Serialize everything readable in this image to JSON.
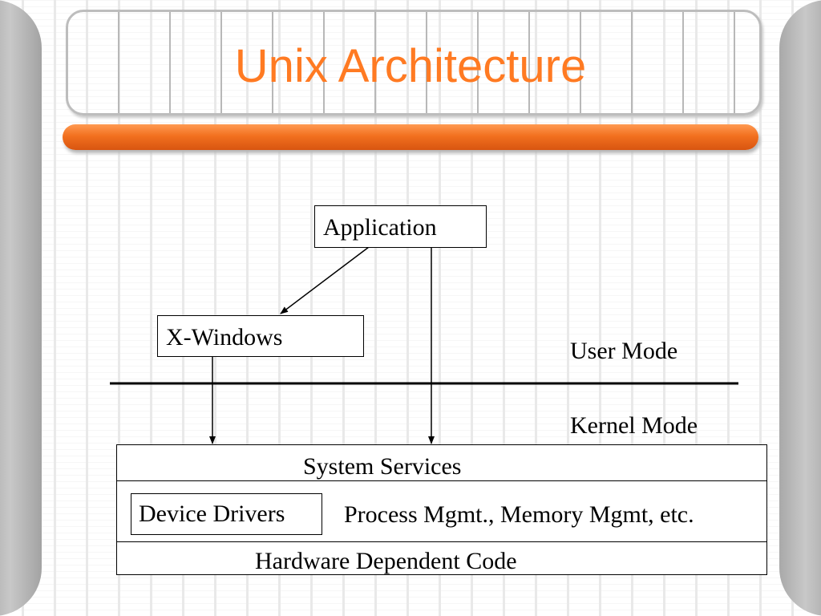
{
  "title": "Unix Architecture",
  "nodes": {
    "application": "Application",
    "x_windows": "X-Windows",
    "system_services": "System Services",
    "device_drivers": "Device Drivers",
    "process_memory": "Process Mgmt., Memory Mgmt, etc.",
    "hardware_code": "Hardware Dependent Code"
  },
  "modes": {
    "user": "User Mode",
    "kernel": "Kernel Mode"
  },
  "colors": {
    "title": "#ff7a22",
    "accent_bar": "#f2701f"
  }
}
